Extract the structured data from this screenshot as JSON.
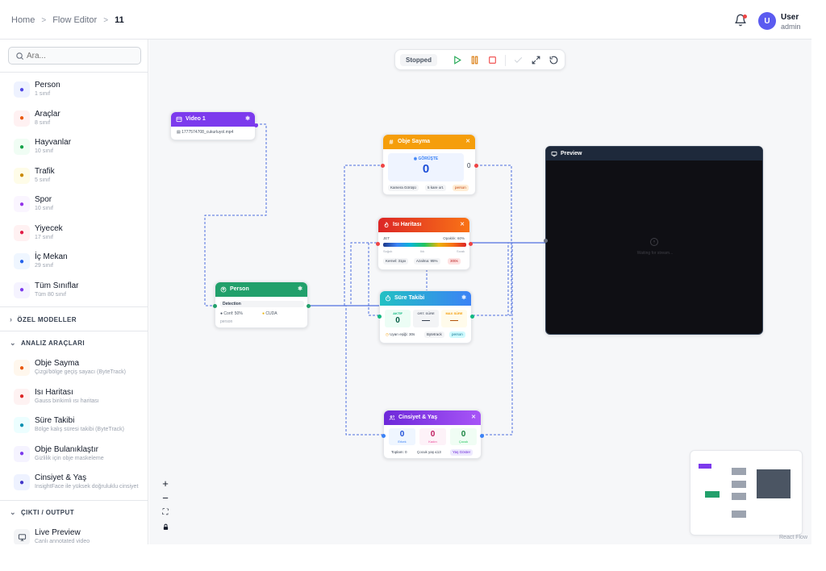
{
  "breadcrumb": [
    "Home",
    "Flow Editor",
    "11"
  ],
  "user": {
    "initial": "U",
    "name": "User",
    "role": "admin"
  },
  "search": {
    "placeholder": "Ara..."
  },
  "categories": [
    {
      "name": "Person",
      "count": "1 sınıf",
      "icon": "person-icon",
      "color": "#eef2ff",
      "fg": "#4f46e5"
    },
    {
      "name": "Araçlar",
      "count": "8 sınıf",
      "icon": "car-icon",
      "color": "#fff1f2",
      "fg": "#ea580c"
    },
    {
      "name": "Hayvanlar",
      "count": "10 sınıf",
      "icon": "paw-icon",
      "color": "#f0fdf4",
      "fg": "#16a34a"
    },
    {
      "name": "Trafik",
      "count": "5 sınıf",
      "icon": "cone-icon",
      "color": "#fefce8",
      "fg": "#ca8a04"
    },
    {
      "name": "Spor",
      "count": "10 sınıf",
      "icon": "ball-icon",
      "color": "#faf5ff",
      "fg": "#9333ea"
    },
    {
      "name": "Yiyecek",
      "count": "17 sınıf",
      "icon": "food-icon",
      "color": "#fff1f2",
      "fg": "#e11d48"
    },
    {
      "name": "İç Mekan",
      "count": "29 sınıf",
      "icon": "indoor-icon",
      "color": "#eff6ff",
      "fg": "#2563eb"
    },
    {
      "name": "Tüm Sınıflar",
      "count": "Tüm 80 sınıf",
      "icon": "layers-icon",
      "color": "#f5f3ff",
      "fg": "#7c3aed"
    }
  ],
  "sections": {
    "custom": "ÖZEL MODELLER",
    "analysis": "ANALIZ ARAÇLARI",
    "output": "ÇIKTI / OUTPUT"
  },
  "tools": [
    {
      "name": "Obje Sayma",
      "desc": "Çizgi/bölge geçiş sayacı (ByteTrack)",
      "icon": "hash-icon",
      "color": "#fff7ed",
      "fg": "#ea580c"
    },
    {
      "name": "Isı Haritası",
      "desc": "Gauss birikimli ısı haritası",
      "icon": "flame-icon",
      "color": "#fef2f2",
      "fg": "#dc2626"
    },
    {
      "name": "Süre Takibi",
      "desc": "Bölge kalış süresi takibi (ByteTrack)",
      "icon": "timer-icon",
      "color": "#ecfeff",
      "fg": "#0891b2"
    },
    {
      "name": "Obje Bulanıklaştır",
      "desc": "Gizlilik için obje maskeleme",
      "icon": "shield-icon",
      "color": "#f5f3ff",
      "fg": "#7c3aed"
    },
    {
      "name": "Cinsiyet & Yaş",
      "desc": "InsightFace ile yüksek doğruluklu cinsiyet",
      "icon": "users-icon",
      "color": "#eef2ff",
      "fg": "#4338ca"
    }
  ],
  "outputs": [
    {
      "name": "Live Preview",
      "desc": "Canlı annotated video",
      "icon": "monitor-icon"
    }
  ],
  "toolbar": {
    "status": "Stopped"
  },
  "nodes": {
    "video": {
      "title": "Video 1",
      "file": "1777574708_cukurluyol.mp4",
      "color": "#7c3aed"
    },
    "person": {
      "title": "Person",
      "mode": "Detection",
      "conf": "Conf: 50%",
      "device": "CUDA",
      "cls": "person",
      "color": "#16a34a"
    },
    "count": {
      "title": "Obje Sayma",
      "label": "GÖRÜŞTE",
      "value": "0",
      "side": "0",
      "chips": [
        "Kamera Görüşü",
        "5 kare ort.",
        "person"
      ],
      "color": "#f59e0b"
    },
    "heat": {
      "title": "Isı Haritası",
      "jet": "JET",
      "opacity_label": "Opaklık: 60%",
      "scale": [
        "Soğuk",
        "Ilık",
        "Sıcak"
      ],
      "chips": [
        "Kernel: 31px",
        "Azalma: 95%",
        "300s"
      ],
      "color": "#ea580c"
    },
    "dwell": {
      "title": "Süre Takibi",
      "stats": [
        {
          "label": "AKTİF",
          "value": "0"
        },
        {
          "label": "ORT. SÜRE",
          "value": "—"
        },
        {
          "label": "MAX SÜRE",
          "value": "—"
        }
      ],
      "chips": [
        "Uyarı eşiği: 30s",
        "Bytetrack",
        "person"
      ],
      "color": "#06b6d4"
    },
    "gender": {
      "title": "Cinsiyet & Yaş",
      "stats": [
        {
          "label": "Erkek",
          "value": "0"
        },
        {
          "label": "Kadın",
          "value": "0"
        },
        {
          "label": "Çocuk",
          "value": "0"
        }
      ],
      "chips": [
        "Toplam: 0",
        "Çocuk yaş ≤13",
        "Yaş Göster"
      ],
      "color": "#7c3aed"
    },
    "preview": {
      "title": "Preview",
      "status": "Waiting for stream..."
    }
  },
  "footer": {
    "brand": "React Flow"
  }
}
